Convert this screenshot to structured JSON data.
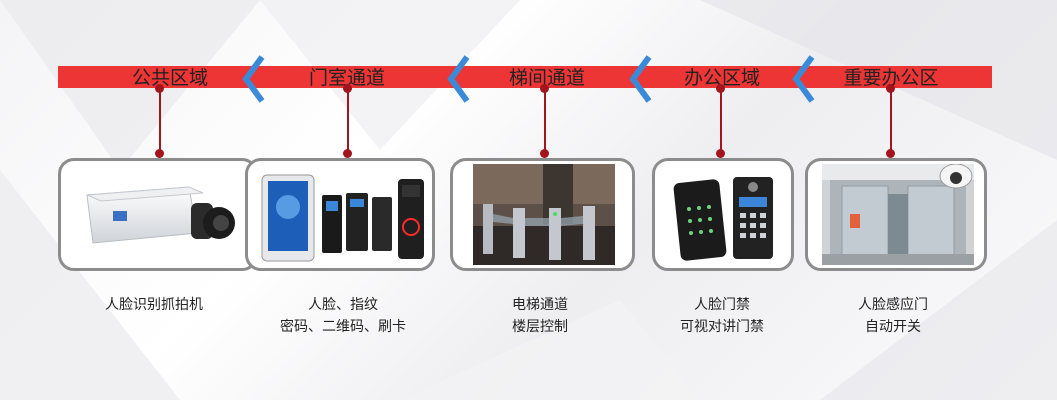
{
  "zones": [
    {
      "label": "公共区域",
      "caption_lines": [
        "人脸识别抓拍机"
      ],
      "icon": "face-capture-camera-icon"
    },
    {
      "label": "门室通道",
      "caption_lines": [
        "人脸、指纹",
        "密码、二维码、刷卡"
      ],
      "icon": "door-access-terminals-icon"
    },
    {
      "label": "梯间通道",
      "caption_lines": [
        "电梯通道",
        "楼层控制"
      ],
      "icon": "elevator-turnstile-photo"
    },
    {
      "label": "办公区域",
      "caption_lines": [
        "人脸门禁",
        "可视对讲门禁"
      ],
      "icon": "keypad-access-controller-icon"
    },
    {
      "label": "重要办公区",
      "caption_lines": [
        "人脸感应门",
        "自动开关"
      ],
      "icon": "automatic-sliding-door-photo"
    }
  ],
  "colors": {
    "band": "#ee3535",
    "connector": "#a3141c",
    "chevron": "#3a8ad8",
    "card_border": "#8c8c8c"
  }
}
